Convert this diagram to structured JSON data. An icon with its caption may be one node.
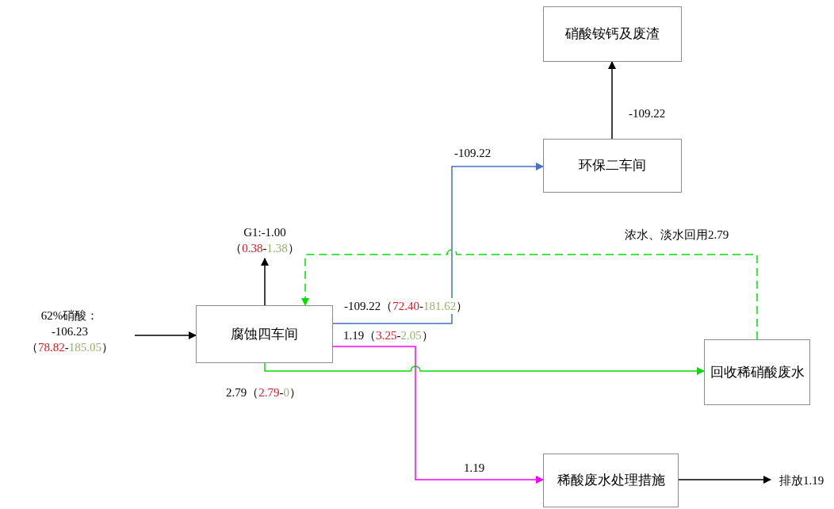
{
  "diagram": {
    "nodes": [
      {
        "text": [
          "硝酸铵钙及废渣"
        ]
      },
      {
        "text": [
          "环保二车间"
        ]
      },
      {
        "text": [
          "腐蚀四车间"
        ]
      },
      {
        "text": [
          "回收稀硝酸废水"
        ]
      },
      {
        "text": [
          "稀酸废水处理措施"
        ]
      },
      {
        "text": [
          "62%硝酸：",
          "-106.23",
          "（78.82-185.05）"
        ]
      },
      {
        "text": [
          "G1:-1.00",
          "（0.38-1.38）"
        ]
      },
      {
        "text": [
          "排放1.19"
        ]
      }
    ],
    "edges": [
      {
        "from": 5,
        "to": 2,
        "arrow": "to"
      },
      {
        "from": 2,
        "to": 6,
        "arrow": "to"
      },
      {
        "from": 2,
        "to": 1,
        "arrow": "to",
        "label": "-109.22（72.40-181.62）",
        "color": "#4472c4"
      },
      {
        "from": 1,
        "to": 0,
        "arrow": "to",
        "label": "-109.22"
      },
      {
        "from": 2,
        "to": 3,
        "arrow": "to",
        "label": "2.79（2.79-0）",
        "color": "#00e000"
      },
      {
        "from": 2,
        "to": 4,
        "arrow": "to",
        "label": "1.19（3.25-2.05）",
        "color": "#ff00ff"
      },
      {
        "from": 3,
        "to": 2,
        "arrow": "to",
        "label": "浓水、淡水回用2.79",
        "style": "dashed",
        "color": "#00e000"
      },
      {
        "from": 4,
        "to": 7,
        "arrow": "to"
      }
    ],
    "labels": [
      "-109.22",
      "1.19"
    ]
  }
}
